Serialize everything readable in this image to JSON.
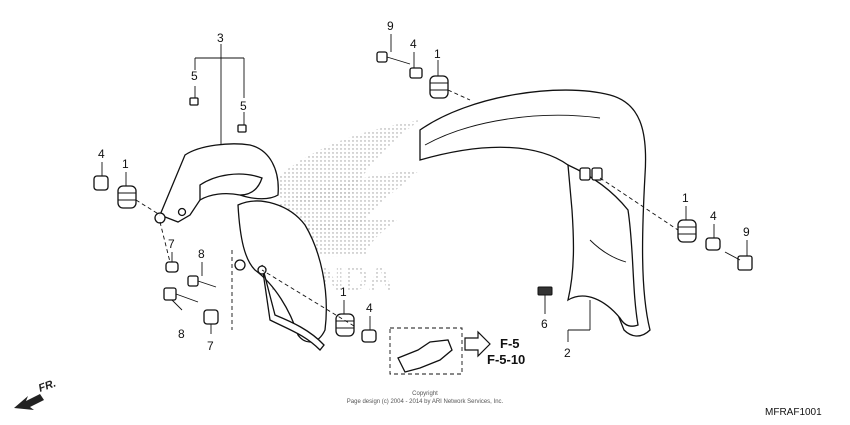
{
  "callouts": {
    "c1a": "1",
    "c1b": "1",
    "c1c": "1",
    "c1d": "1",
    "c2": "2",
    "c3": "3",
    "c4a": "4",
    "c4b": "4",
    "c4c": "4",
    "c4d": "4",
    "c5a": "5",
    "c5b": "5",
    "c6": "6",
    "c7a": "7",
    "c7b": "7",
    "c8a": "8",
    "c8b": "8",
    "c9a": "9",
    "c9b": "9"
  },
  "watermark_text": "HONDA",
  "reference": {
    "line1": "F-5",
    "line2": "F-5-10"
  },
  "direction_label": "FR.",
  "copyright": {
    "line1": "Copyright",
    "line2": "Page design (c) 2004 - 2014 by ARI Network Services, Inc."
  },
  "diagram_code": "MFRAF1001"
}
